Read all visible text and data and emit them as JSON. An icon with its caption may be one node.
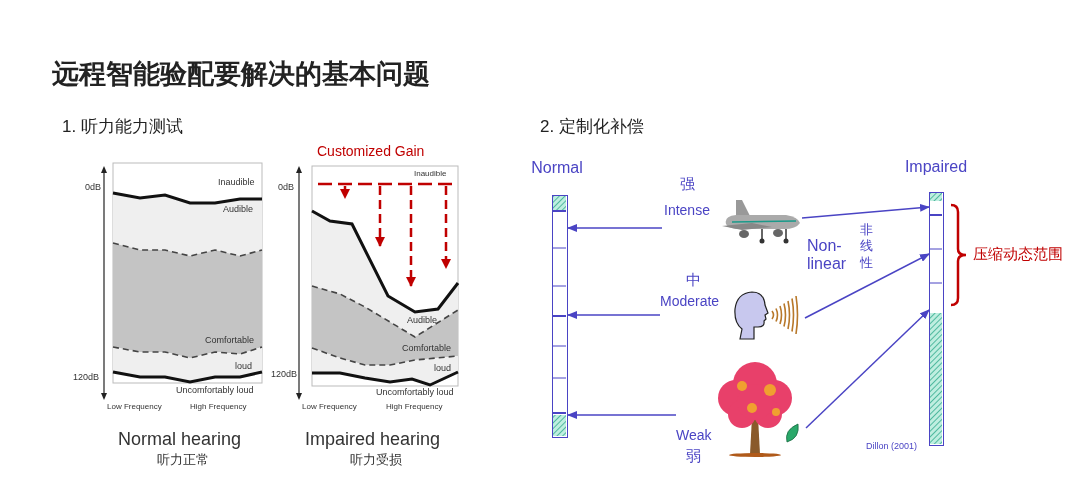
{
  "diagram": {
    "title": "远程智能验配要解决的基本问题",
    "nodes": [
      {
        "text": [
          "Normal"
        ]
      },
      {
        "text": [
          "Impaired"
        ]
      },
      {
        "text": [
          "强",
          "Intense"
        ]
      },
      {
        "text": [
          "中",
          "Moderate"
        ]
      },
      {
        "text": [
          "Weak",
          "弱"
        ]
      }
    ],
    "edges": [
      {
        "from": 2,
        "to": 0,
        "arrow": "to"
      },
      {
        "from": 3,
        "to": 0,
        "arrow": "to"
      },
      {
        "from": 4,
        "to": 0,
        "arrow": "to"
      },
      {
        "from": 2,
        "to": 1,
        "arrow": "to"
      },
      {
        "from": 3,
        "to": 1,
        "arrow": "to"
      },
      {
        "from": 4,
        "to": 1,
        "arrow": "to"
      }
    ],
    "labels": [
      "1. 听力能力测试",
      "2. 定制化补偿",
      "0dB",
      "Inaudible",
      "Audible",
      "Comfortable",
      "loud",
      "120dB",
      "Uncomfortably loud",
      "Low Frequency",
      "High Frequency",
      "Normal hearing",
      "听力正常",
      "Customized Gain",
      "0dB",
      "Inaudible",
      "Audible",
      "Comfortable",
      "loud",
      "120dB",
      "Uncomfortably loud",
      "Low Frequency",
      "High Frequency",
      "Impaired hearing",
      "听力受损",
      "Non-linear",
      "非线性",
      "压缩动态范围",
      "Dillon (2001)"
    ]
  }
}
